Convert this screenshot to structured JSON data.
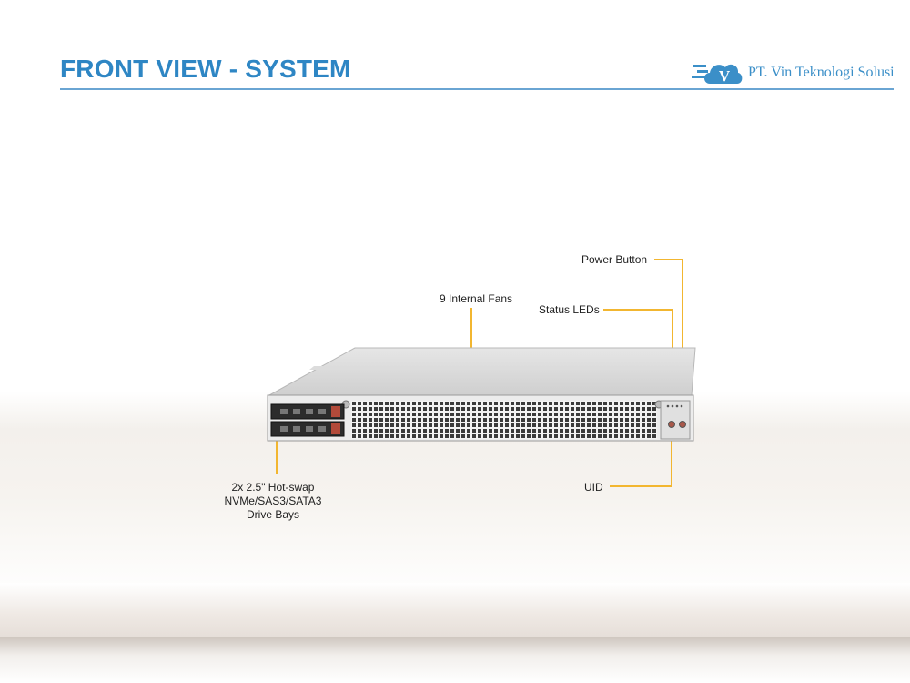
{
  "header": {
    "title": "FRONT VIEW - SYSTEM",
    "company": "PT. Vin Teknologi Solusi",
    "logo_letter": "V",
    "accent_color": "#2e86c4"
  },
  "callouts": {
    "power_button": "Power Button",
    "status_leds": "Status LEDs",
    "internal_fans": "9 Internal  Fans",
    "uid": "UID",
    "drive_bays": [
      "2x 2.5\" Hot-swap",
      "NVMe/SAS3/SATA3",
      "Drive Bays"
    ],
    "leader_color": "#f2b630"
  },
  "product": {
    "icon": "rack-server-1u-image"
  }
}
